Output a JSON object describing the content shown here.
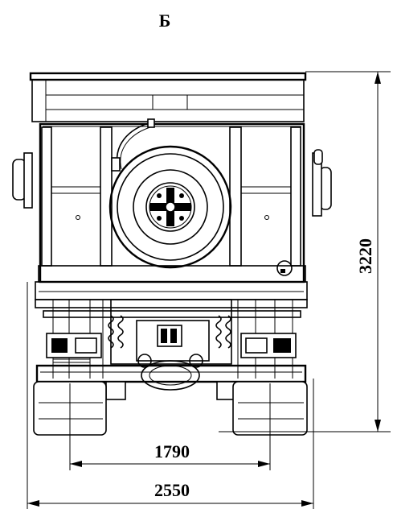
{
  "view_label": "Б",
  "dimensions": {
    "height": "3220",
    "track": "1790",
    "width": "2550"
  }
}
